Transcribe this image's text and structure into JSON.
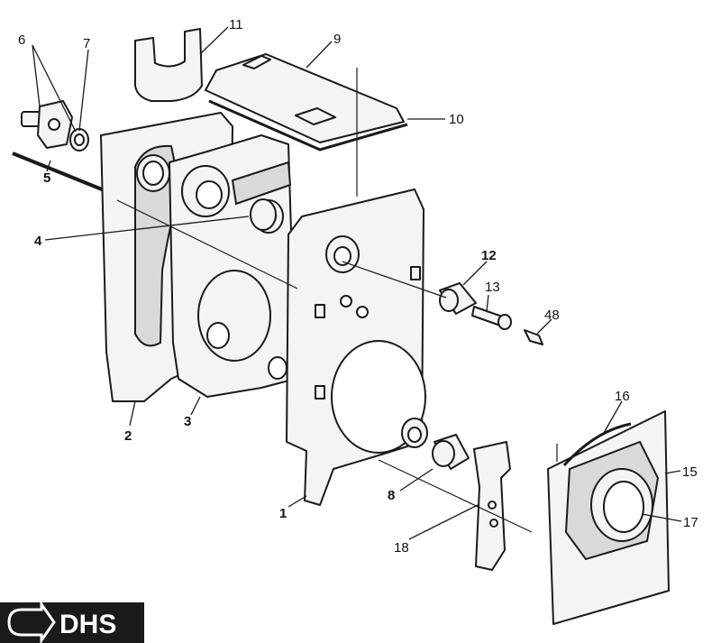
{
  "callouts": {
    "c1": "1",
    "c2": "2",
    "c3": "3",
    "c4": "4",
    "c5": "5",
    "c6": "6",
    "c7": "7",
    "c8": "8",
    "c9": "9",
    "c10": "10",
    "c11": "11",
    "c12": "12",
    "c13": "13",
    "c15": "15",
    "c16": "16",
    "c17": "17",
    "c18": "18",
    "c48": "48"
  },
  "logo": {
    "text": "DHS"
  },
  "colors": {
    "line": "#1a1a1a",
    "fill": "#f4f4f4",
    "logo_bg": "#1a1a1a"
  }
}
